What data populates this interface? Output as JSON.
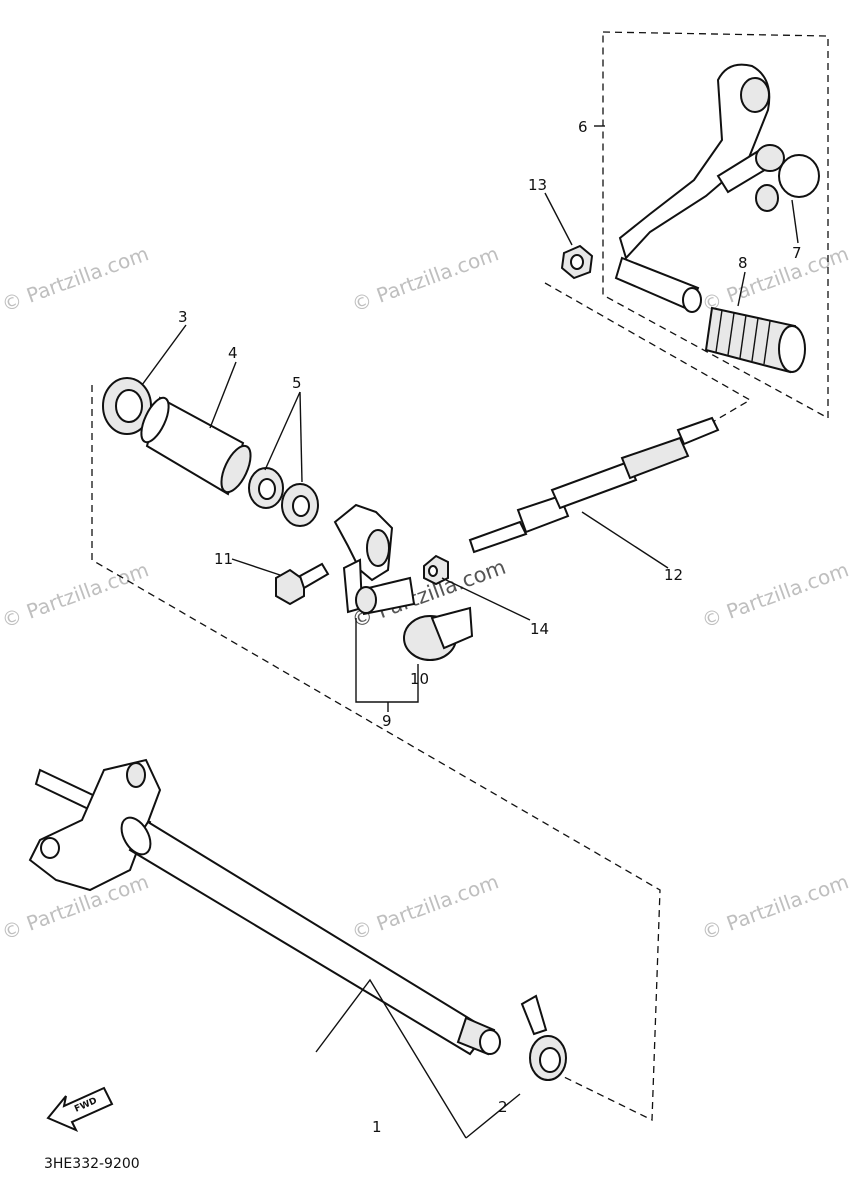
{
  "callouts": {
    "p1": "1",
    "p2": "2",
    "p3": "3",
    "p4": "4",
    "p5": "5",
    "p6": "6",
    "p7": "7",
    "p8": "8",
    "p9": "9",
    "p10": "10",
    "p11": "11",
    "p12": "12",
    "p13": "13",
    "p14": "14"
  },
  "diagram_code": "3HE332-9200",
  "fwd_label": "FWD",
  "watermark": "© Partzilla.com"
}
